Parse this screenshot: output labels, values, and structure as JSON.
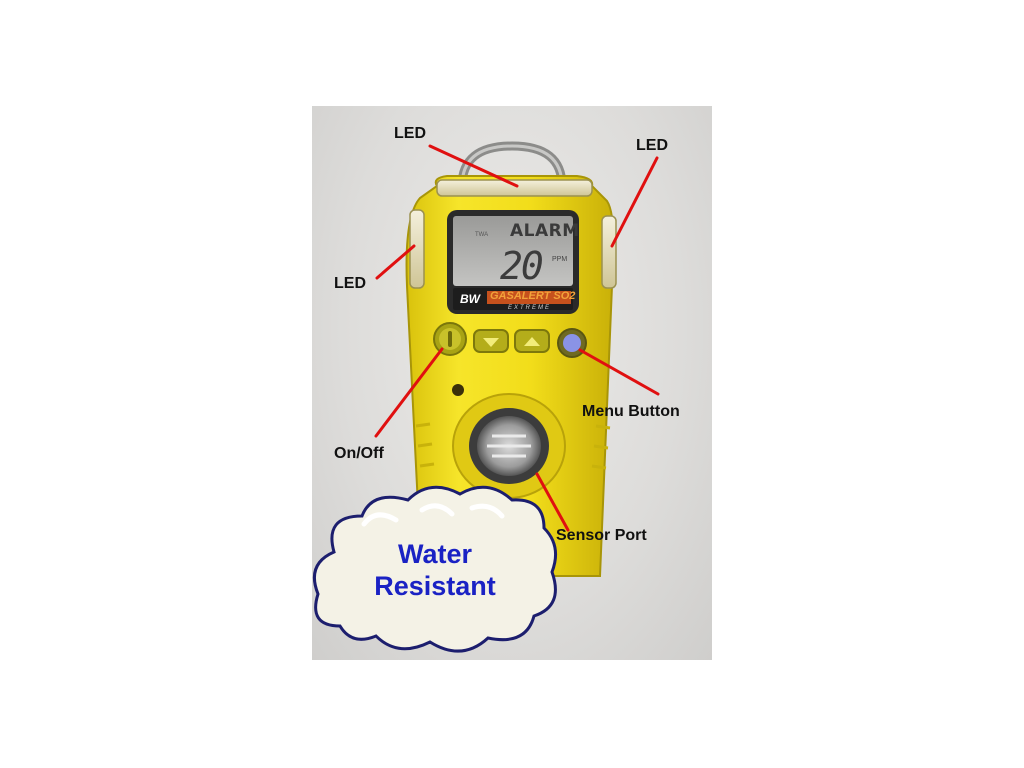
{
  "callouts": {
    "led_top": "LED",
    "led_right": "LED",
    "led_left": "LED",
    "menu_button": "Menu Button",
    "on_off": "On/Off",
    "sensor_port": "Sensor Port"
  },
  "badge": {
    "line1": "Water",
    "line2": "Resistant",
    "text_color": "#1a22c4",
    "fill_color": "#f4f2e6",
    "outline_color": "#1c1e6e"
  },
  "device": {
    "body_color": "#f2dd1a",
    "brand_logo": "BW",
    "brand_name": "GASALERT SO2",
    "brand_sub": "EXTREME",
    "lcd": {
      "small_label": "TWA",
      "alarm_text": "ALARM",
      "reading": "20",
      "unit": "PPM"
    }
  },
  "pointer_color": "#e01010",
  "icons": [
    "power-icon",
    "down-arrow-icon",
    "up-arrow-icon",
    "menu-dot-icon"
  ]
}
